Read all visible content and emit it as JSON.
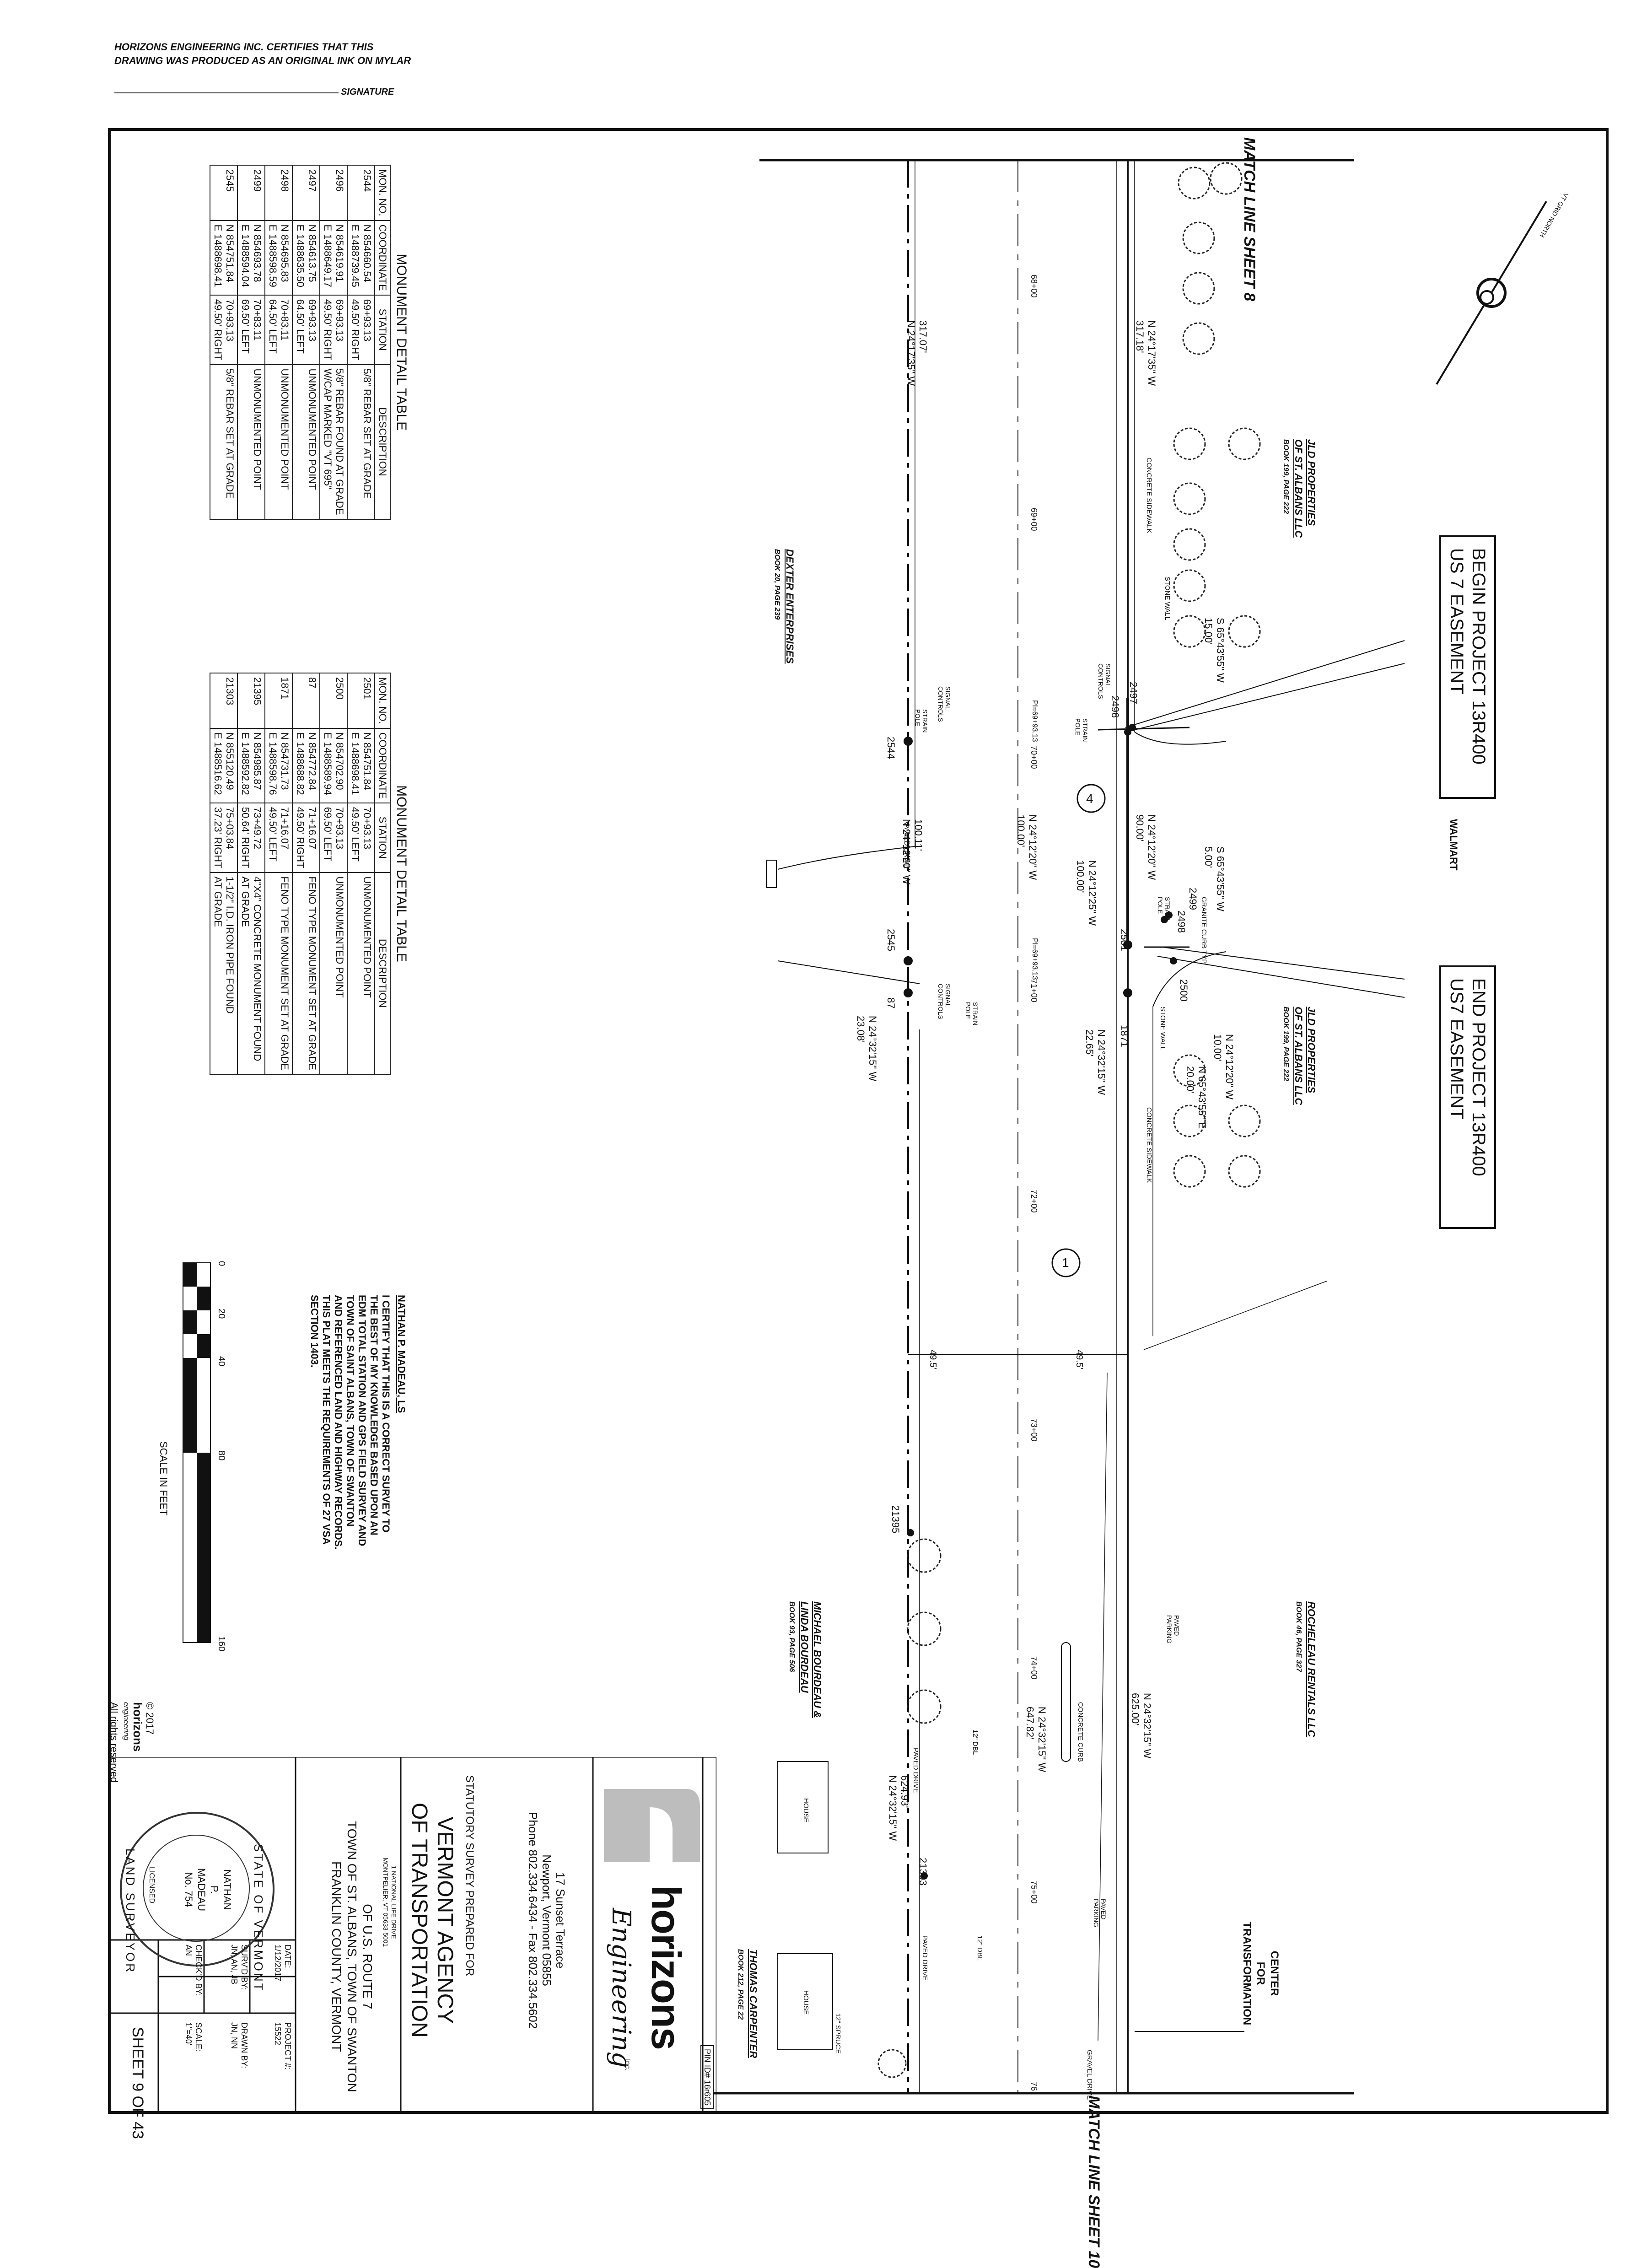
{
  "header": {
    "cert_line1": "HORIZONS ENGINEERING INC. CERTIFIES THAT THIS",
    "cert_line2": "DRAWING WAS PRODUCED AS AN ORIGINAL INK ON MYLAR",
    "signature_label": "SIGNATURE"
  },
  "match_lines": {
    "top": "MATCH LINE SHEET 8",
    "bottom": "MATCH LINE SHEET 10"
  },
  "north_arrow": "VT GRID NORTH",
  "owners": {
    "jld_1": "JLD PROPERTIES",
    "jld_1b": "OF ST. ALBANS LLC",
    "jld_1_book": "BOOK 199, PAGE 222",
    "jld_2": "JLD PROPERTIES",
    "jld_2b": "OF ST. ALBANS LLC",
    "jld_2_book": "BOOK 199, PAGE 222",
    "dexter": "DEXTER ENTERPRISES",
    "dexter_book": "BOOK 20, PAGE 239",
    "rocheleau": "ROCHELEAU RENTALS LLC",
    "rocheleau_book": "BOOK 46, PAGE 327",
    "bourdeau_1": "MICHAEL BOURDEAU &",
    "bourdeau_2": "LINDA BOURDEAU",
    "bourdeau_book": "BOOK 93, PAGE 506",
    "carpenter": "THOMAS CARPENTER",
    "carpenter_book": "BOOK 212, PAGE 22",
    "cft_1": "CENTER",
    "cft_2": "FOR",
    "cft_3": "TRANSFORMATION",
    "walmart": "WALMART"
  },
  "callouts": {
    "begin_1": "BEGIN PROJECT 13R400",
    "begin_2": "US 7 EASEMENT",
    "end_1": "END PROJECT 13R400",
    "end_2": "US7 EASEMENT"
  },
  "labels": {
    "concrete_sidewalk": "CONCRETE SIDEWALK",
    "stone_wall": "STONE WALL",
    "granite_curb": "GRANITE CURB TYP.",
    "concrete_curb": "CONCRETE CURB",
    "paved_drive": "PAVED DRIVE",
    "paved_parking": "PAVED PARKING",
    "gravel_drive": "GRAVEL DRIVE",
    "house": "HOUSE",
    "signal_controls": "SIGNAL CONTROLS",
    "strain_pole": "STRAIN POLE",
    "spruce": "12\" SPRUCE",
    "dbl_12": "12\" DBL",
    "offset_left": "49.5'",
    "offset_right": "49.5'"
  },
  "stations": [
    "68+00",
    "69+00",
    "70+00",
    "71+00",
    "72+00",
    "73+00",
    "74+00",
    "75+00",
    "76"
  ],
  "pi_labels": [
    "PI=69+93.13",
    "PI=69+93.13"
  ],
  "bearings": [
    "N 24°17'35\" W",
    "317.18'",
    "N 24°17'35\" W",
    "317.07'",
    "N 24°12'20\" W",
    "90.00'",
    "N 24°12'20\" W",
    "100.00'",
    "N 24°12'25\" W",
    "100.00'",
    "N 24°12'20\" W",
    "100.11'",
    "S 65°43'55\" W",
    "15.00'",
    "S 65°43'55\" W",
    "5.00'",
    "N 24°12'20\" W",
    "10.00'",
    "N 65°43'55\" E",
    "20.00'",
    "N 24°32'15\" W",
    "22.65'",
    "N 24°32'15\" W",
    "23.08'",
    "N 24°32'15\" W",
    "625.00'",
    "N 24°32'15\" W",
    "647.82'",
    "N 24°32'15\" W",
    "624.93'"
  ],
  "points": [
    "2496",
    "2497",
    "2544",
    "2499",
    "2498",
    "2501",
    "2500",
    "2545",
    "87",
    "1871",
    "21395",
    "21303"
  ],
  "parcel_tags": [
    "4",
    "1"
  ],
  "table1": {
    "title": "MONUMENT DETAIL TABLE",
    "headers": [
      "MON. NO.",
      "COORDINATE",
      "STATION",
      "DESCRIPTION"
    ],
    "rows": [
      {
        "mon": "2544",
        "coord_n": "N 854660.54",
        "coord_e": "E 1488739.45",
        "sta": "69+93.13",
        "off": "49.50' RIGHT",
        "desc1": "5/8\" REBAR SET AT GRADE",
        "desc2": ""
      },
      {
        "mon": "2496",
        "coord_n": "N 854619.91",
        "coord_e": "E 1488649.17",
        "sta": "69+93.13",
        "off": "49.50' RIGHT",
        "desc1": "5/8\" REBAR FOUND AT GRADE",
        "desc2": "W/CAP MARKED \"VT 695\""
      },
      {
        "mon": "2497",
        "coord_n": "N 854613.75",
        "coord_e": "E 1488635.50",
        "sta": "69+93.13",
        "off": "64.50' LEFT",
        "desc1": "UNMONUMENTED POINT",
        "desc2": ""
      },
      {
        "mon": "2498",
        "coord_n": "N 854695.83",
        "coord_e": "E 1488598.59",
        "sta": "70+83.11",
        "off": "64.50' LEFT",
        "desc1": "UNMONUMENTED POINT",
        "desc2": ""
      },
      {
        "mon": "2499",
        "coord_n": "N 854693.78",
        "coord_e": "E 1488594.04",
        "sta": "70+83.11",
        "off": "69.50' LEFT",
        "desc1": "UNMONUMENTED POINT",
        "desc2": ""
      },
      {
        "mon": "2545",
        "coord_n": "N 854751.84",
        "coord_e": "E 1488698.41",
        "sta": "70+93.13",
        "off": "49.50' RIGHT",
        "desc1": "5/8\" REBAR SET AT GRADE",
        "desc2": ""
      }
    ]
  },
  "table2": {
    "title": "MONUMENT DETAIL TABLE",
    "headers": [
      "MON. NO.",
      "COORDINATE",
      "STATION",
      "DESCRIPTION"
    ],
    "rows": [
      {
        "mon": "2501",
        "coord_n": "N 854751.84",
        "coord_e": "E 1488698.41",
        "sta": "70+93.13",
        "off": "49.50' LEFT",
        "desc1": "UNMONUMENTED POINT",
        "desc2": ""
      },
      {
        "mon": "2500",
        "coord_n": "N 854702.90",
        "coord_e": "E 1488589.94",
        "sta": "70+93.13",
        "off": "69.50' LEFT",
        "desc1": "UNMONUMENTED POINT",
        "desc2": ""
      },
      {
        "mon": "87",
        "coord_n": "N 854772.84",
        "coord_e": "E 1488688.82",
        "sta": "71+16.07",
        "off": "49.50' RIGHT",
        "desc1": "FENO TYPE MONUMENT SET AT GRADE",
        "desc2": ""
      },
      {
        "mon": "1871",
        "coord_n": "N 854731.73",
        "coord_e": "E 1488598.76",
        "sta": "71+16.07",
        "off": "49.50' LEFT",
        "desc1": "FENO TYPE MONUMENT SET AT GRADE",
        "desc2": ""
      },
      {
        "mon": "21395",
        "coord_n": "N 854985.87",
        "coord_e": "E 1488592.82",
        "sta": "73+49.72",
        "off": "50.64' RIGHT",
        "desc1": "4\"X4\" CONCRETE MONUMENT FOUND",
        "desc2": "AT GRADE"
      },
      {
        "mon": "21303",
        "coord_n": "N 855120.49",
        "coord_e": "E 1488516.62",
        "sta": "75+03.84",
        "off": "37.23' RIGHT",
        "desc1": "1-1/2\" I.D. IRON PIPE FOUND",
        "desc2": "AT GRADE"
      }
    ]
  },
  "certification": {
    "name": "NATHAN P. MADEAU, LS",
    "line1": "I CERTIFY THAT THIS IS A CORRECT SURVEY TO",
    "line2": "THE BEST OF MY KNOWLEDGE BASED UPON AN",
    "line3": "EDM TOTAL STATION AND GPS FIELD SURVEY AND",
    "line4": "TOWN OF SAINT ALBANS, TOWN OF SWANTON",
    "line5": "AND REFERENCED LAND AND HIGHWAY RECORDS.",
    "line6": "THIS PLAT MEETS THE REQUIREMENTS OF 27 VSA",
    "line7": "SECTION 1403."
  },
  "scale_bar": {
    "ticks": [
      "0",
      "20",
      "40",
      "80",
      "160"
    ],
    "label": "SCALE IN FEET"
  },
  "copyright": {
    "line1": "© 2017",
    "brand": "horizons",
    "brand_sub": "engineering",
    "line3": "All rights reserved"
  },
  "seal": {
    "top": "STATE OF VERMONT",
    "bottom": "LAND SURVEYOR",
    "licensed": "LICENSED",
    "name1": "NATHAN",
    "name2": "P.",
    "name3": "MADEAU",
    "number": "No. 754"
  },
  "firm": {
    "brand": "horizons",
    "brand_sub": "Engineering",
    "inc": "Inc.",
    "addr1": "17 Sunset Terrace",
    "addr2": "Newport, Vermont 05855",
    "phone": "Phone 802.334.6434 - Fax 802.334.5602",
    "pin": "PIN ID# 16r605"
  },
  "title_block": {
    "prepared_for": "STATUTORY SURVEY PREPARED FOR",
    "agency1": "VERMONT AGENCY",
    "agency2": "OF TRANSPORTATION",
    "agency_addr1": "1 NATIONAL LIFE DRIVE",
    "agency_addr2": "MONTPELIER, VT 05633-5001",
    "route": "OF U.S. ROUTE 7",
    "towns": "TOWN OF ST. ALBANS, TOWN OF SWANTON",
    "county": "FRANKLIN COUNTY, VERMONT",
    "date_label": "DATE:",
    "date_value": "1/12/2017",
    "project_label": "PROJECT #:",
    "project_value": "15522",
    "survd_label": "SURV'D BY:",
    "survd_value": "JN, AN, JB",
    "drawn_label": "DRAWN BY:",
    "drawn_value": "JN, NN",
    "checkd_label": "CHECK'D BY:",
    "checkd_value": "AN",
    "scale_label": "SCALE:",
    "scale_value": "1\"=40'",
    "sheet": "SHEET 9 OF 43"
  },
  "colors": {
    "ink": "#111111",
    "paper": "#ffffff",
    "tree": "#222222",
    "logo_grey": "#bdbdbd"
  }
}
